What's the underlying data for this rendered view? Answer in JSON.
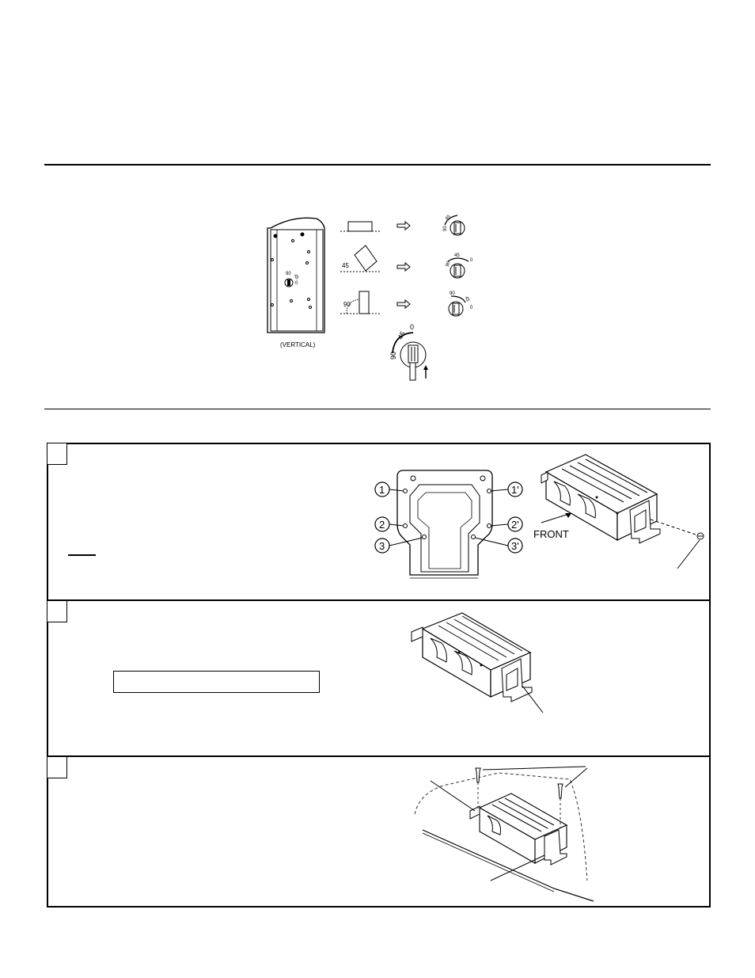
{
  "orientation_figure": {
    "caption": "(VERTICAL)",
    "dial_labels": {
      "ninety": "90",
      "fortyfive": "45",
      "zero": "0"
    },
    "angle_labels": {
      "fortyfive": "45",
      "ninety": "90"
    }
  },
  "step1": {
    "hole_labels": [
      "1",
      "1'",
      "2",
      "2'",
      "3",
      "3'"
    ],
    "front_label": "FRONT"
  },
  "step2": {
    "input_value": ""
  },
  "colors": {
    "ink": "#000000",
    "paper": "#ffffff",
    "dash": "#333333"
  },
  "icons": [
    "arrow-right-icon",
    "arrow-up-icon",
    "screw-icon"
  ]
}
